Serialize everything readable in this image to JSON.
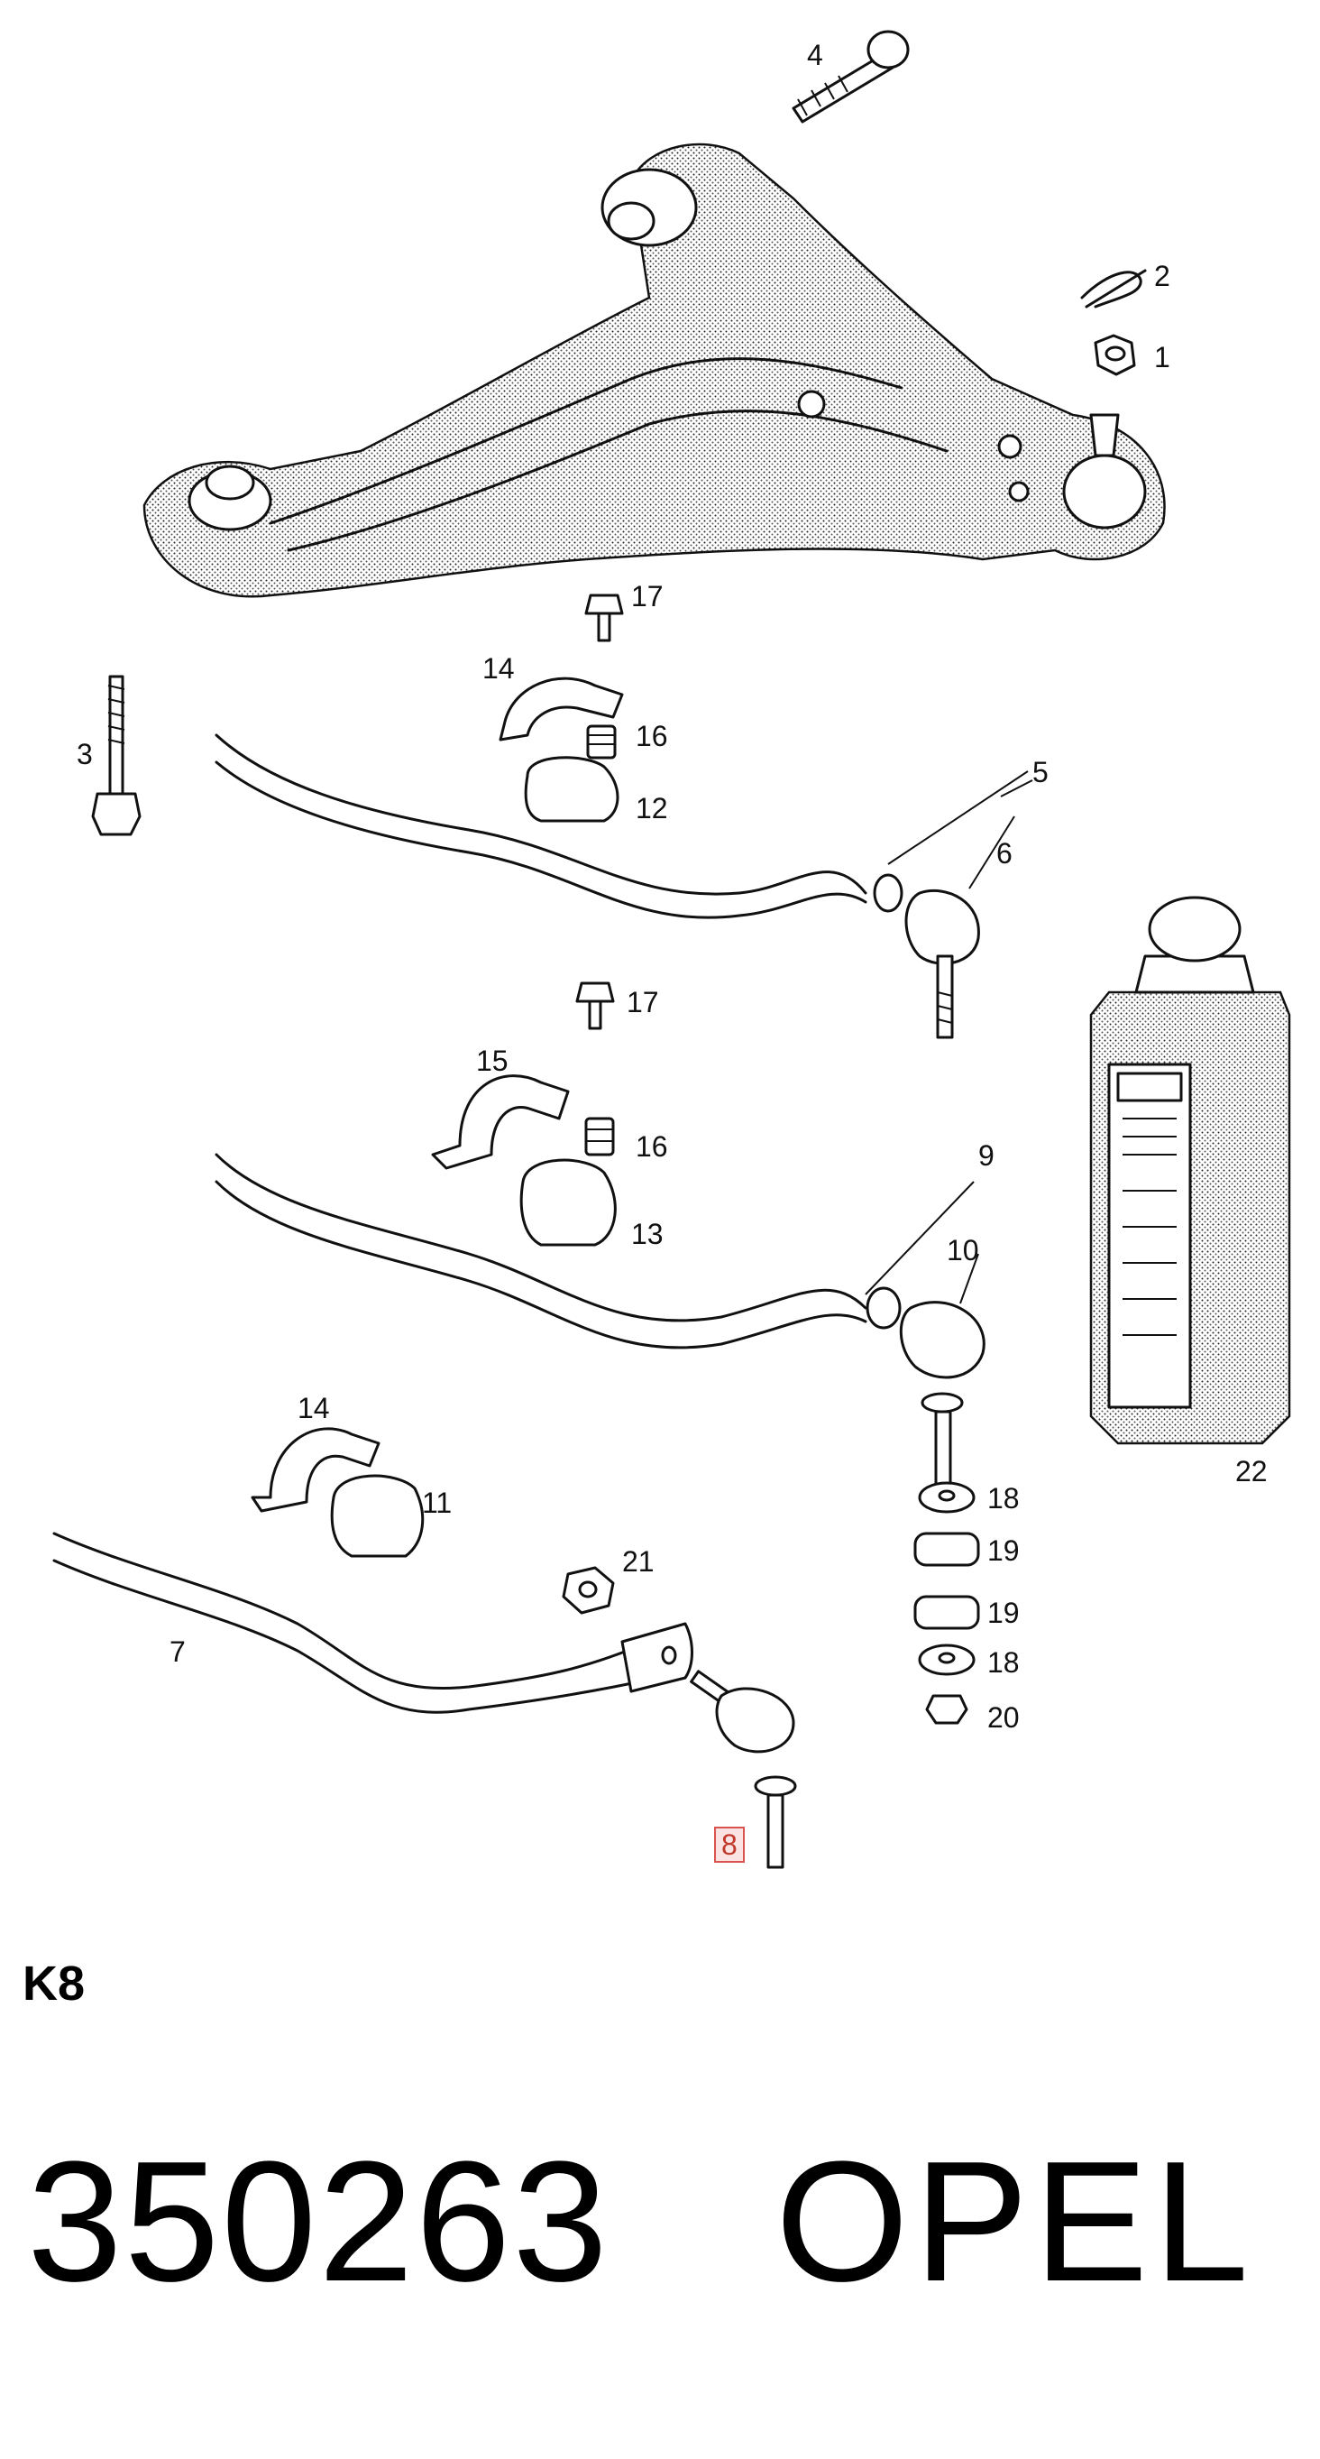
{
  "labels": {
    "l1": "1",
    "l2": "2",
    "l3": "3",
    "l4": "4",
    "l5": "5",
    "l6": "6",
    "l7": "7",
    "l8": "8",
    "l9": "9",
    "l10": "10",
    "l11": "11",
    "l12": "12",
    "l13": "13",
    "l14a": "14",
    "l14b": "14",
    "l15": "15",
    "l16a": "16",
    "l16b": "16",
    "l17a": "17",
    "l17b": "17",
    "l18a": "18",
    "l18b": "18",
    "l19a": "19",
    "l19b": "19",
    "l20": "20",
    "l21": "21",
    "l22": "22"
  },
  "highlighted_label": "8",
  "section_code": "K8",
  "part_number": "350263",
  "brand": "OPEL",
  "colors": {
    "highlight_border": "#d9534f",
    "highlight_fill": "#fbe3e3",
    "ink": "#111111"
  }
}
